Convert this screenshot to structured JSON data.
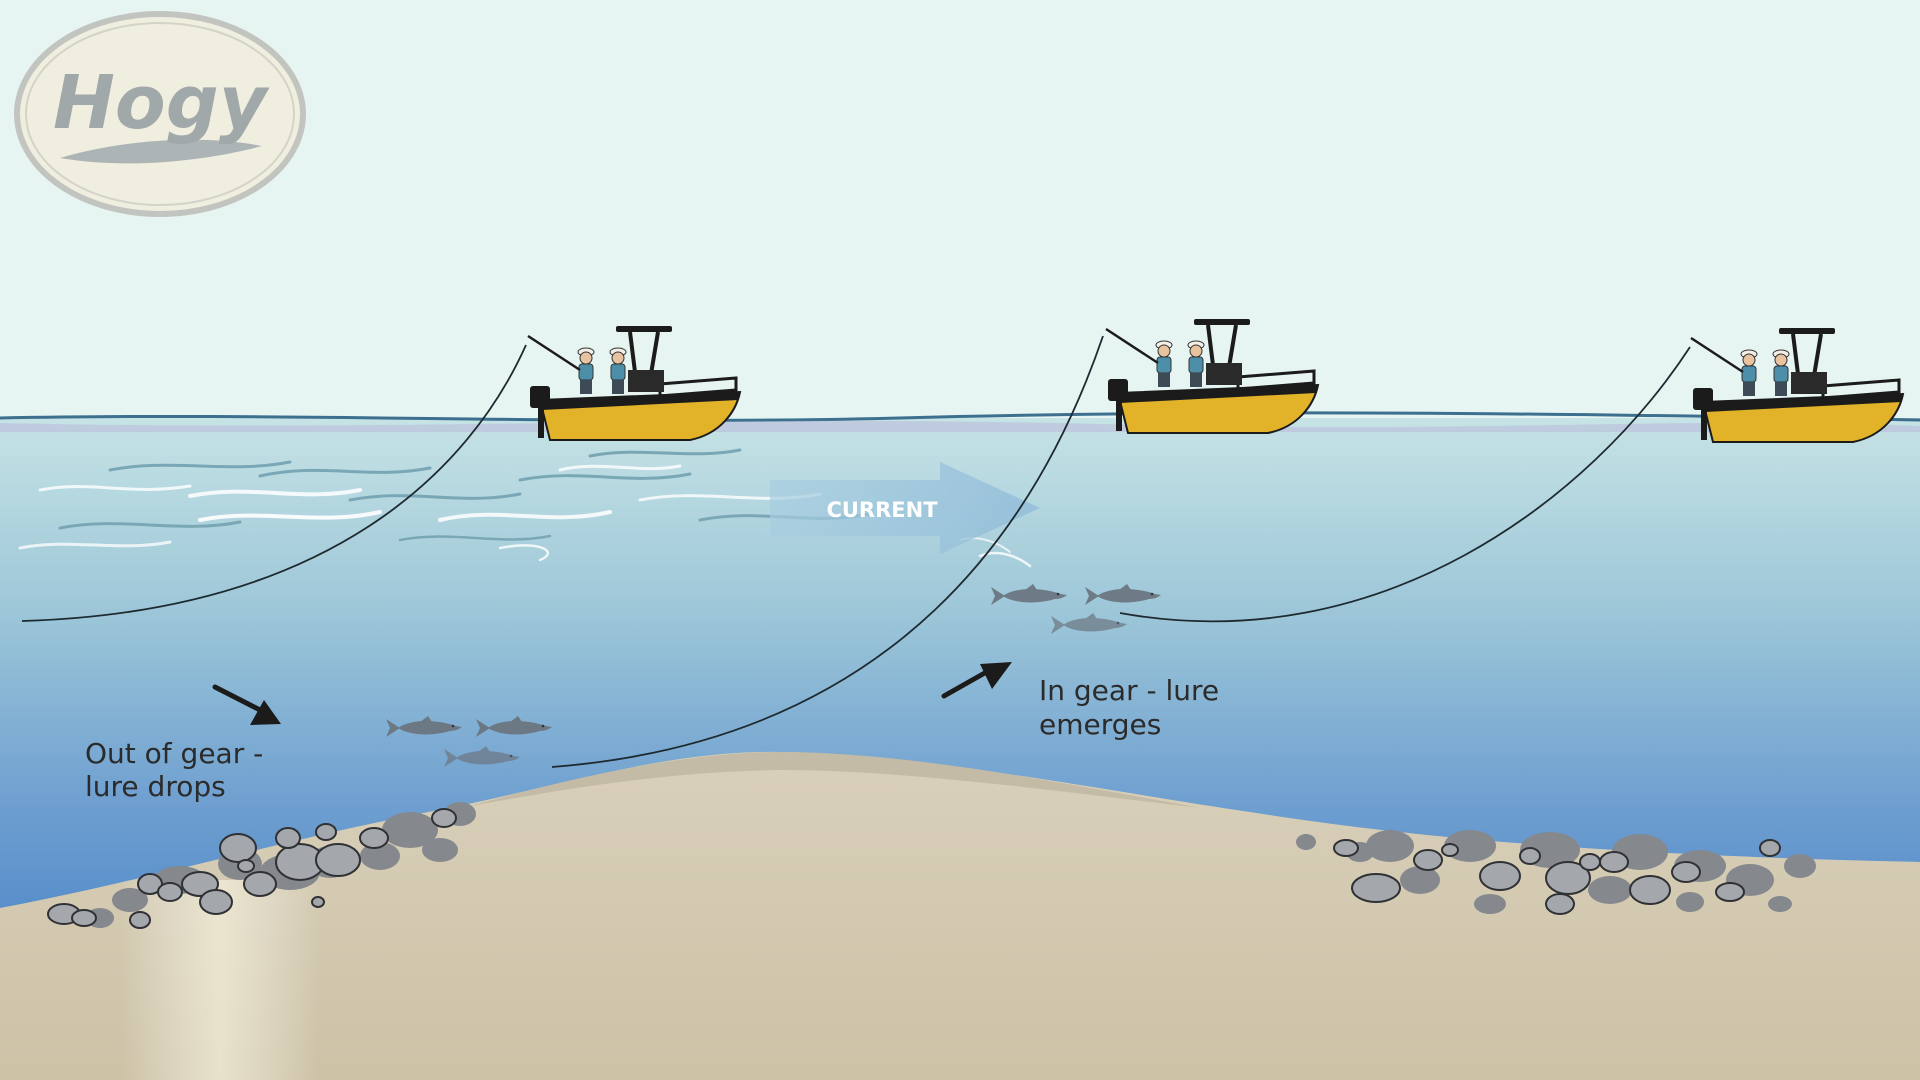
{
  "logo": {
    "text": "Hogy"
  },
  "current": {
    "label": "CURRENT"
  },
  "annotations": {
    "out_of_gear": {
      "line1": "Out of gear -",
      "line2": "lure drops"
    },
    "in_gear": {
      "line1": "In gear - lure",
      "line2": "emerges"
    }
  },
  "colors": {
    "sky": "#e6f4f2",
    "water_top": "#c3e1e3",
    "water_bottom": "#4f89c8",
    "sand": "#d2c7ad",
    "boat_hull": "#e2b328",
    "rock": "#8f9297",
    "fish": "#6c7681"
  }
}
